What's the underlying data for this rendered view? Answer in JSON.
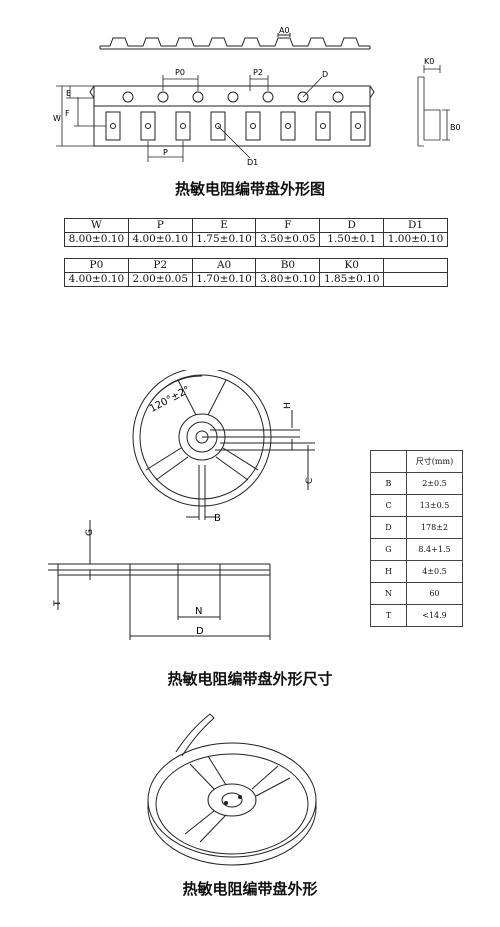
{
  "captions": {
    "tape_outline": "热敏电阻编带盘外形图",
    "reel_dimensions": "热敏电阻编带盘外形尺寸",
    "reel_outline": "热敏电阻编带盘外形"
  },
  "tape_drawing_labels": {
    "A0": "A0",
    "P0": "P0",
    "P2": "P2",
    "D": "D",
    "D1": "D1",
    "P": "P",
    "W": "W",
    "F": "F",
    "E": "E",
    "K0": "K0",
    "B0": "B0"
  },
  "tape_table_1": {
    "headers": [
      "W",
      "P",
      "E",
      "F",
      "D",
      "D1"
    ],
    "values": [
      "8.00±0.10",
      "4.00±0.10",
      "1.75±0.10",
      "3.50±0.05",
      "1.50±0.1",
      "1.00±0.10"
    ]
  },
  "tape_table_2": {
    "headers": [
      "P0",
      "P2",
      "A0",
      "B0",
      "K0",
      ""
    ],
    "values": [
      "4.00±0.10",
      "2.00±0.05",
      "1.70±0.10",
      "3.80±0.10",
      "1.85±0.10",
      ""
    ]
  },
  "reel_drawing_labels": {
    "angle": "120°±2°",
    "H": "H",
    "C": "C",
    "B": "B",
    "G": "G",
    "T": "T",
    "N": "N",
    "D": "D"
  },
  "reel_table": {
    "header_unit": "尺寸(mm)",
    "rows": [
      {
        "key": "B",
        "value": "2±0.5"
      },
      {
        "key": "C",
        "value": "13±0.5"
      },
      {
        "key": "D",
        "value": "178±2"
      },
      {
        "key": "G",
        "value": "8.4+1.5"
      },
      {
        "key": "H",
        "value": "4±0.5"
      },
      {
        "key": "N",
        "value": "60"
      },
      {
        "key": "T",
        "value": "<14.9"
      }
    ]
  }
}
